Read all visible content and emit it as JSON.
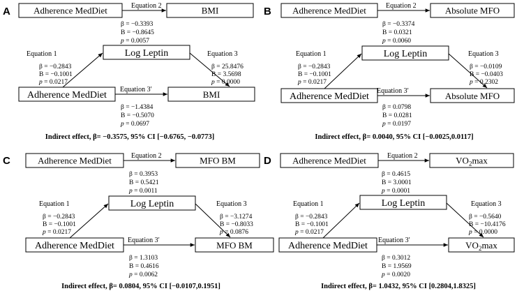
{
  "panels": {
    "A": {
      "letter": "A",
      "predictor": "Adherence MedDiet",
      "mediator": "Log Leptin",
      "outcome": "BMI",
      "eq1": {
        "label": "Equation 1",
        "beta": "β = −0.2843",
        "B": "B = −0.1001",
        "p": "p = 0.0217"
      },
      "eq2": {
        "label": "Equation 2",
        "beta": "β = −0.3393",
        "B": "B = −0.8645",
        "p": "p = 0.0057"
      },
      "eq3": {
        "label": "Equation 3",
        "beta": "β = 25.8476",
        "B": "B = 3.5698",
        "p": "p = 0.0000"
      },
      "eq3p": {
        "label": "Equation 3′",
        "beta": "β = −1.4384",
        "B": "B = −0.5070",
        "p": "p = 0.0697"
      },
      "indirect": "Indirect effect, β= −0.3575, 95% CI [−0.6765, −0.0773]"
    },
    "B": {
      "letter": "B",
      "predictor": "Adherence MedDiet",
      "mediator": "Log Leptin",
      "outcome": "Absolute MFO",
      "eq1": {
        "label": "Equation 1",
        "beta": "β = −0.2843",
        "B": "B = −0.1001",
        "p": "p = 0.0217"
      },
      "eq2": {
        "label": "Equation 2",
        "beta": "β = −0.3374",
        "B": "B = 0.0321",
        "p": "p = 0.0060"
      },
      "eq3": {
        "label": "Equation 3",
        "beta": "β = −0.0109",
        "B": "B = −0.0403",
        "p": "p = 0.2302"
      },
      "eq3p": {
        "label": "Equation 3′",
        "beta": "β = 0.0798",
        "B": "B = 0.0281",
        "p": "p = 0.0197"
      },
      "indirect": "Indirect effect, β= 0.0040, 95% CI [−0.0025,0.0117]"
    },
    "C": {
      "letter": "C",
      "predictor": "Adherence MedDiet",
      "mediator": "Log Leptin",
      "outcome": "MFO BM",
      "eq1": {
        "label": "Equation 1",
        "beta": "β = −0.2843",
        "B": "B = −0.1001",
        "p": "p = 0.0217"
      },
      "eq2": {
        "label": "Equation 2",
        "beta": "β = 0.3953",
        "B": "B = 0.5421",
        "p": "p = 0.0011"
      },
      "eq3": {
        "label": "Equation 3",
        "beta": "β = −3.1274",
        "B": "B = −0.8033",
        "p": "p = 0.0876"
      },
      "eq3p": {
        "label": "Equation 3′",
        "beta": "β = 1.3103",
        "B": "B = 0.4616",
        "p": "p = 0.0062"
      },
      "indirect": "Indirect effect, β= 0.0804, 95% CI [−0.0107,0.1951]"
    },
    "D": {
      "letter": "D",
      "predictor": "Adherence MedDiet",
      "mediator": "Log Leptin",
      "outcome_base": "VO",
      "outcome_sub": "2",
      "outcome_tail": "max",
      "eq1": {
        "label": "Equation 1",
        "beta": "β = −0.2843",
        "B": "B = −0.1001",
        "p": "p = 0.0217"
      },
      "eq2": {
        "label": "Equation 2",
        "beta": "β = 0.4615",
        "B": "B = 3.0001",
        "p": "p = 0.0001"
      },
      "eq3": {
        "label": "Equation 3",
        "beta": "β = −0.5640",
        "B": "B = −10.4176",
        "p": "p = 0.0000"
      },
      "eq3p": {
        "label": "Equation 3′",
        "beta": "β = 0.3012",
        "B": "B = 1.9569",
        "p": "p = 0.0020"
      },
      "indirect": "Indirect effect, β= 1.0432, 95% CI [0.2804,1.8325]"
    }
  }
}
